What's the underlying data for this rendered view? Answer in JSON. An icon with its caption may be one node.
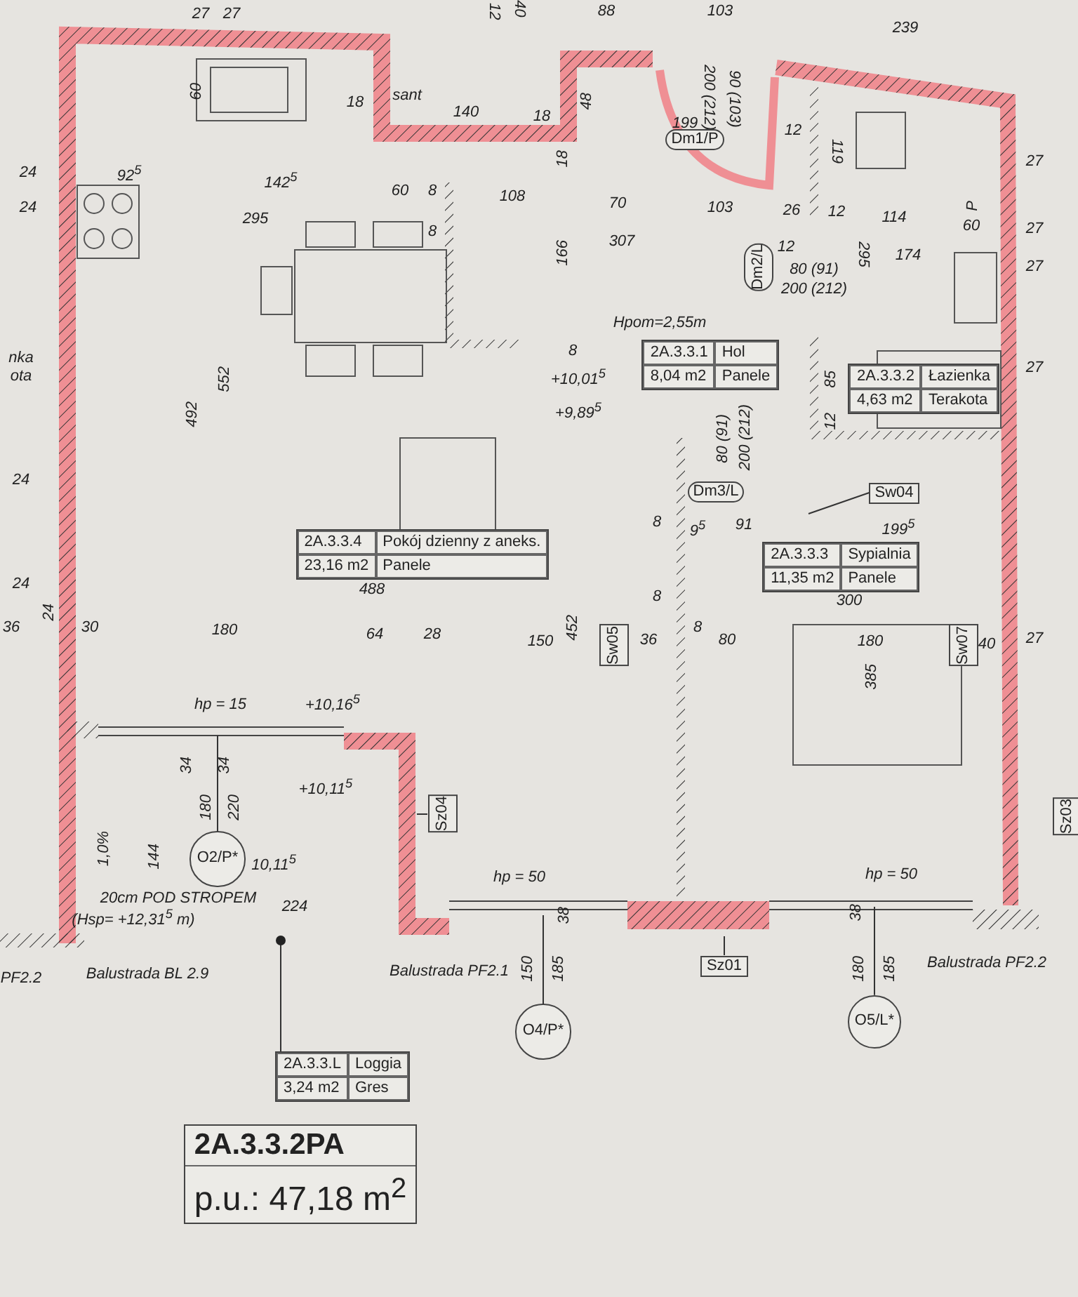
{
  "diagram": {
    "nodes": [
      {
        "text": [
          "2A.3.3.1",
          "Hol",
          "8,04 m2",
          "Panele"
        ]
      },
      {
        "text": [
          "2A.3.3.2",
          "Łazienka",
          "4,63 m2",
          "Terakota"
        ]
      },
      {
        "text": [
          "2A.3.3.4",
          "Pokój dzienny z aneks.",
          "23,16 m2",
          "Panele"
        ]
      },
      {
        "text": [
          "2A.3.3.3",
          "Sypialnia",
          "11,35 m2",
          "Panele"
        ]
      },
      {
        "text": [
          "2A.3.3.L",
          "Loggia",
          "3,24 m2",
          "Gres"
        ]
      },
      {
        "text": [
          "2A.3.3.2PA",
          "p.u.:  47,18 m$^{2}$"
        ]
      },
      {
        "text": [
          "Dm1/P"
        ]
      },
      {
        "text": [
          "Dm2/L"
        ]
      },
      {
        "text": [
          "Dm3/L"
        ]
      },
      {
        "text": [
          "Sw04"
        ]
      },
      {
        "text": [
          "Sw05"
        ]
      },
      {
        "text": [
          "Sw07"
        ]
      },
      {
        "text": [
          "Sz04"
        ]
      },
      {
        "text": [
          "O2/P*"
        ]
      },
      {
        "text": [
          "Sz01"
        ]
      },
      {
        "text": [
          "O4/P*"
        ]
      },
      {
        "text": [
          "O5/L*"
        ]
      },
      {
        "text": [
          "Sz03"
        ]
      }
    ],
    "edges": [
      {
        "from": 13,
        "to": null,
        "arrow": "none"
      },
      {
        "from": 15,
        "to": null,
        "arrow": "none"
      },
      {
        "from": 16,
        "to": null,
        "arrow": "none"
      },
      {
        "from": 4,
        "to": null,
        "arrow": "other"
      },
      {
        "from": 14,
        "to": null,
        "arrow": "none"
      },
      {
        "from": 12,
        "to": null,
        "arrow": "none"
      },
      {
        "from": 9,
        "to": null,
        "arrow": "none"
      }
    ],
    "labels": [
      "12",
      "40",
      "88",
      "103",
      "239",
      "27",
      "27",
      "200 (212)",
      "90 (103)",
      "60",
      "sant",
      "18",
      "140",
      "18",
      "48",
      "199",
      "12",
      "119",
      "27",
      "24",
      "92$^{5}$",
      "142$^{5}$",
      "60",
      "8",
      "108",
      "18",
      "70",
      "103",
      "26",
      "12",
      "114",
      "P",
      "60",
      "24",
      "295",
      "8",
      "307",
      "166",
      "12",
      "295",
      "174",
      "27",
      "27",
      "80 (91)",
      "200 (212)",
      "nka",
      "ota",
      "Hpom=2,55m",
      "552",
      "8",
      "+10,01$^{5}$",
      "+9,89$^{5}$",
      "85",
      "27",
      "492",
      "12",
      "80 (91)",
      "200 (212)",
      "24",
      "8",
      "9$^{5}$",
      "91",
      "199$^{5}$",
      "24",
      "488",
      "8",
      "300",
      "24",
      "36",
      "30",
      "180",
      "64",
      "28",
      "150",
      "452",
      "36",
      "8",
      "80",
      "180",
      "40",
      "27",
      "385",
      "hp = 15",
      "+10,16$^{5}$",
      "34",
      "34",
      "+10,11$^{5}$",
      "180",
      "220",
      "1,0%",
      "144",
      "10,11$^{5}$",
      "hp = 50",
      "hp = 50",
      "20cm POD STROPEM",
      "224",
      "(Hsp= +12,31$^{5}$ m)",
      "38",
      "38",
      "PF2.2",
      "Balustrada BL 2.9",
      "Balustrada PF2.1",
      "150",
      "185",
      "180",
      "185",
      "Balustrada PF2.2"
    ]
  }
}
